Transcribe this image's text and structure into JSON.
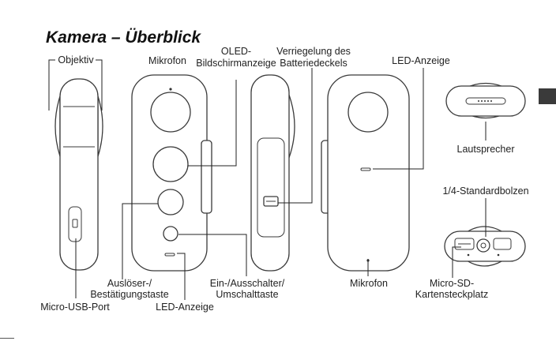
{
  "title": "Kamera – Überblick",
  "labels": {
    "objektiv": "Objektiv",
    "mikrofon_top": "Mikrofon",
    "oled_line1": "OLED-",
    "oled_line2": "Bildschirmanzeige",
    "verriegelung_line1": "Verriegelung des",
    "verriegelung_line2": "Batteriedeckels",
    "led_top": "LED-Anzeige",
    "lautsprecher": "Lautsprecher",
    "bolzen": "1/4-Standardbolzen",
    "ausloeser_line1": "Auslöser-/",
    "ausloeser_line2": "Bestätigungstaste",
    "usb": "Micro-USB-Port",
    "led_bottom": "LED-Anzeige",
    "einaus_line1": "Ein-/Ausschalter/",
    "einaus_line2": "Umschalttaste",
    "mikrofon_bottom": "Mikrofon",
    "microsd_line1": "Micro-SD-",
    "microsd_line2": "Kartensteckplatz"
  }
}
